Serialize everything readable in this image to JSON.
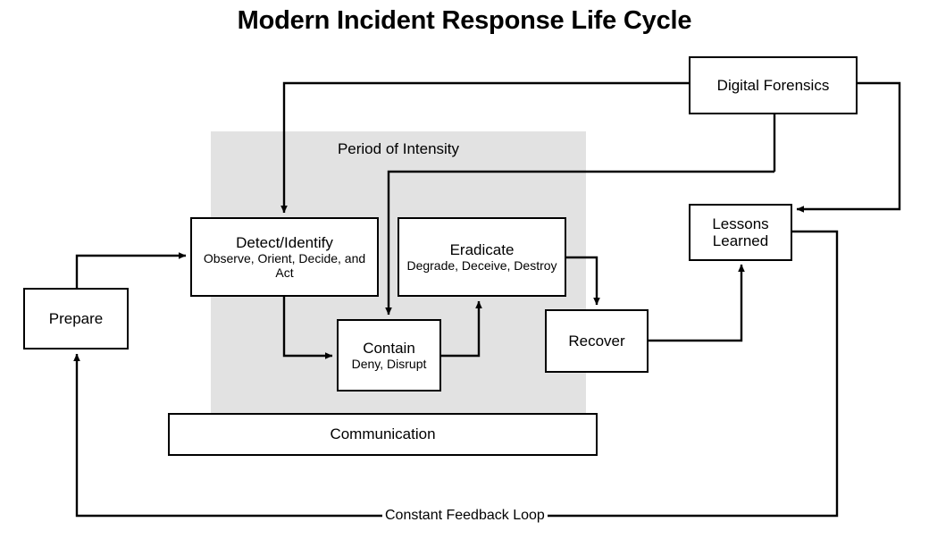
{
  "diagram": {
    "title": "Modern Incident Response Life Cycle",
    "region": {
      "label": "Period of Intensity"
    },
    "nodes": {
      "digital_forensics": {
        "label": "Digital Forensics",
        "sub": ""
      },
      "lessons_learned": {
        "label": "Lessons",
        "label2": "Learned",
        "sub": ""
      },
      "detect_identify": {
        "label": "Detect/Identify",
        "sub": "Observe, Orient, Decide, and Act"
      },
      "eradicate": {
        "label": "Eradicate",
        "sub": "Degrade, Deceive, Destroy"
      },
      "contain": {
        "label": "Contain",
        "sub": "Deny, Disrupt"
      },
      "recover": {
        "label": "Recover",
        "sub": ""
      },
      "prepare": {
        "label": "Prepare",
        "sub": ""
      },
      "communication": {
        "label": "Communication"
      }
    },
    "annotations": {
      "feedback_loop": "Constant Feedback Loop"
    },
    "colors": {
      "stroke": "#000000",
      "region_fill": "#e2e2e2",
      "node_fill": "#ffffff",
      "background": "#ffffff",
      "text": "#000000"
    }
  }
}
